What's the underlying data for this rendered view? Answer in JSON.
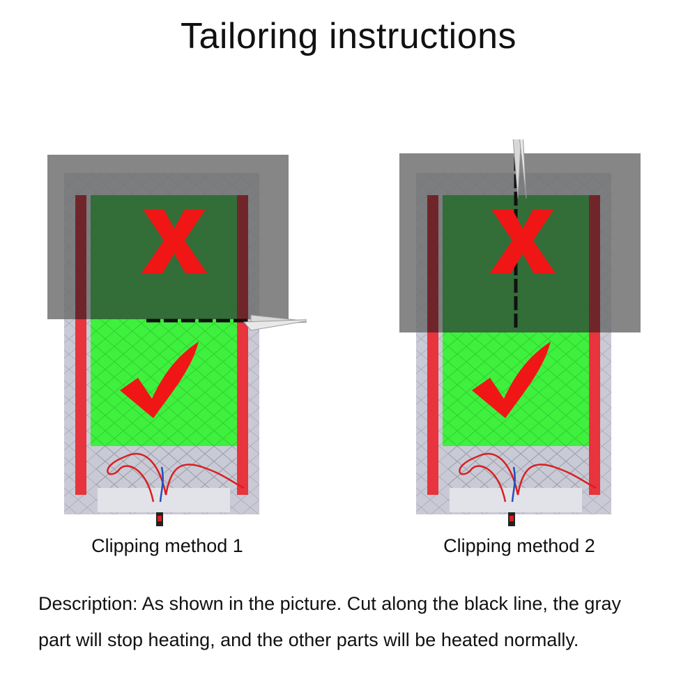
{
  "title": "Tailoring instructions",
  "methods": [
    {
      "caption": "Clipping method 1",
      "cut_direction": "horizontal"
    },
    {
      "caption": "Clipping method 2",
      "cut_direction": "vertical"
    }
  ],
  "description": {
    "line1": "Description: As shown in the picture. Cut along the black line, the gray",
    "line2": "part will stop heating, and the other parts will be heated normally."
  },
  "colors": {
    "heating_green": "#3ff03f",
    "dark_green": "#2e6a33",
    "gray_overlay": "#6b6b6b",
    "red_strip": "#e8343c",
    "dark_red_strip": "#6e1f25",
    "scissors_orange": "#e85a2a",
    "mark_red": "#f01616",
    "panel_white": "#c9cad6"
  },
  "icons": [
    "scissors-icon",
    "cross-mark-icon",
    "check-mark-icon"
  ]
}
